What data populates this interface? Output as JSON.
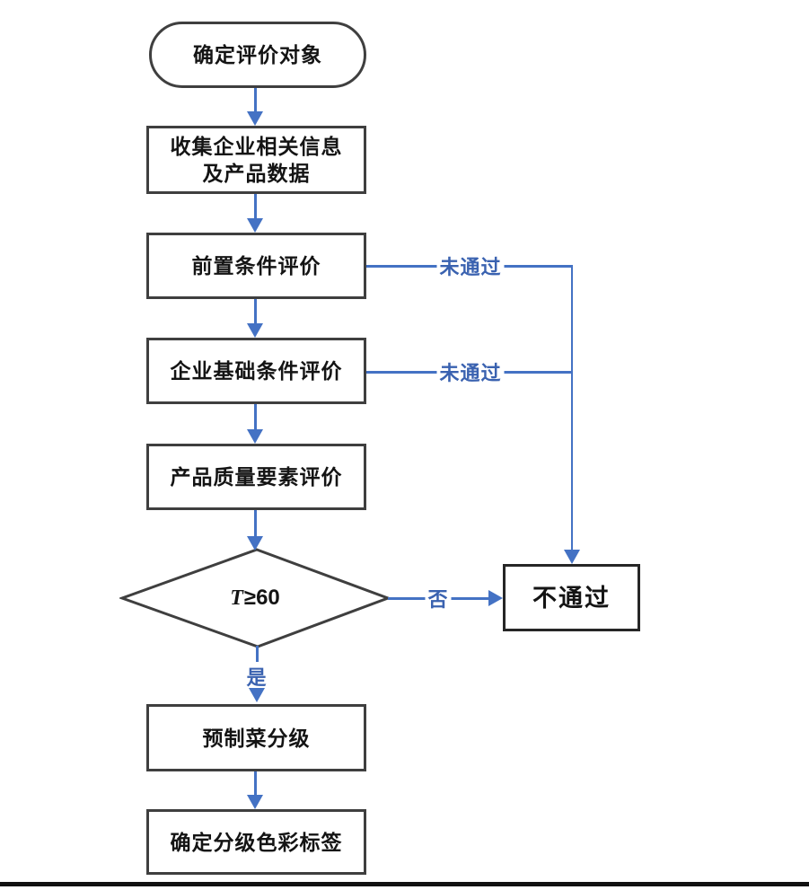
{
  "diagram": {
    "type": "flowchart",
    "colors": {
      "connector_blue": "#4472C4",
      "edge_label_blue": "#3A62B0",
      "box_border_gray": "#3f3f3f",
      "terminal_border": "#262626",
      "node_text": "#141414",
      "background": "#ffffff",
      "bottom_rule": "#111111"
    },
    "nodes": {
      "start": {
        "label": "确定评价对象"
      },
      "collect": {
        "line1": "收集企业相关信息",
        "line2": "及产品数据"
      },
      "precondition": {
        "label": "前置条件评价"
      },
      "enterprise": {
        "label": "企业基础条件评价"
      },
      "quality": {
        "label": "产品质量要素评价"
      },
      "decision": {
        "variable": "T",
        "condition": "≥60"
      },
      "fail": {
        "label": "不通过"
      },
      "grading": {
        "label": "预制菜分级"
      },
      "color_label": {
        "label": "确定分级色彩标签"
      }
    },
    "edge_labels": {
      "precondition_not_passed": "未通过",
      "enterprise_not_passed": "未通过",
      "decision_no": "否",
      "decision_yes": "是"
    }
  }
}
